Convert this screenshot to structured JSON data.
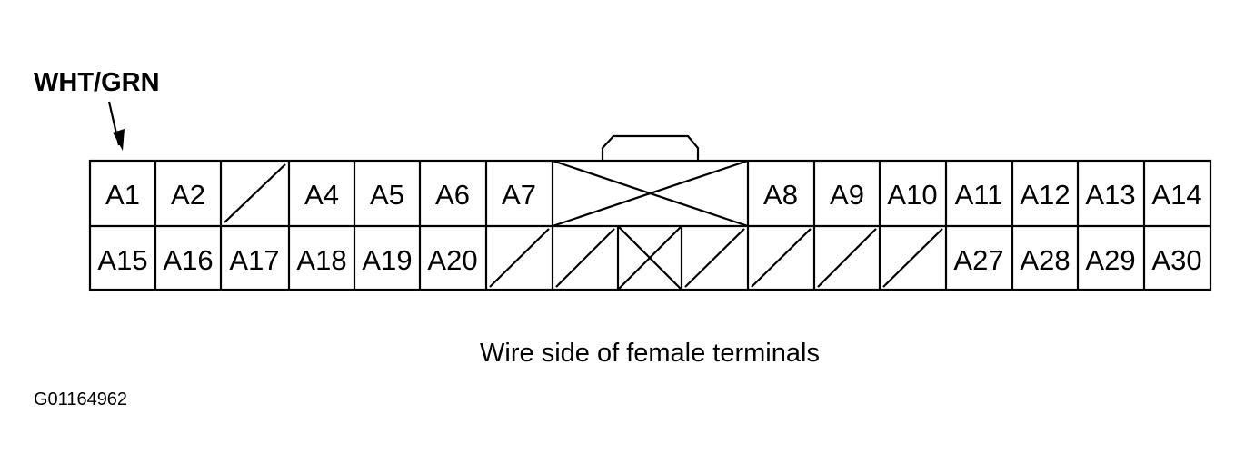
{
  "wire_label": "WHT/GRN",
  "caption": "Wire side of female terminals",
  "figure_id": "G01164962",
  "connector": {
    "top_row": [
      "A1",
      "A2",
      "",
      "A4",
      "A5",
      "A6",
      "A7",
      "",
      "A8",
      "A9",
      "A10",
      "A11",
      "A12",
      "A13",
      "A14"
    ],
    "bottom_row": [
      "A15",
      "A16",
      "A17",
      "A18",
      "A19",
      "A20",
      "",
      "",
      "",
      "",
      "",
      "",
      "",
      "A27",
      "A28",
      "A29",
      "A30"
    ]
  }
}
